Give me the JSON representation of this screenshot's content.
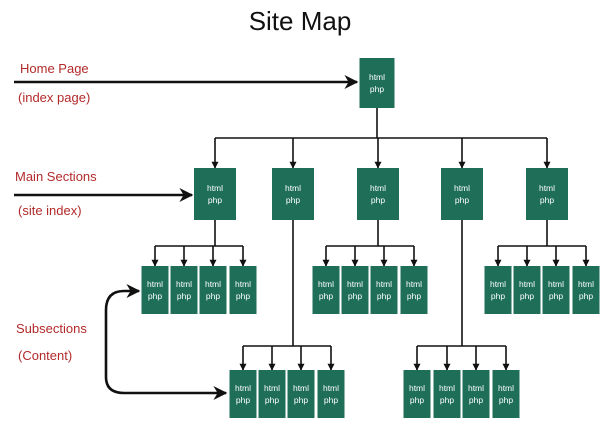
{
  "title": "Site Map",
  "labels": {
    "home_page": "Home Page",
    "index_page": "(index page)",
    "main_sections": "Main Sections",
    "site_index": "(site index)",
    "subsections": "Subsections",
    "content": "(Content)"
  },
  "node_text": {
    "line1": "html",
    "line2": "php"
  },
  "colors": {
    "node": "#1f6f58",
    "label": "#b22a2a",
    "line": "#111111"
  },
  "structure": {
    "home": 1,
    "main_sections": 5,
    "level3_groups": [
      {
        "under_main_section": 1,
        "pages": 4
      },
      {
        "under_main_section": 3,
        "pages": 4
      },
      {
        "under_main_section": 5,
        "pages": 4
      }
    ],
    "level4_groups": [
      {
        "under_main_section": 2,
        "pages": 4
      },
      {
        "under_main_section": 4,
        "pages": 4
      }
    ]
  }
}
